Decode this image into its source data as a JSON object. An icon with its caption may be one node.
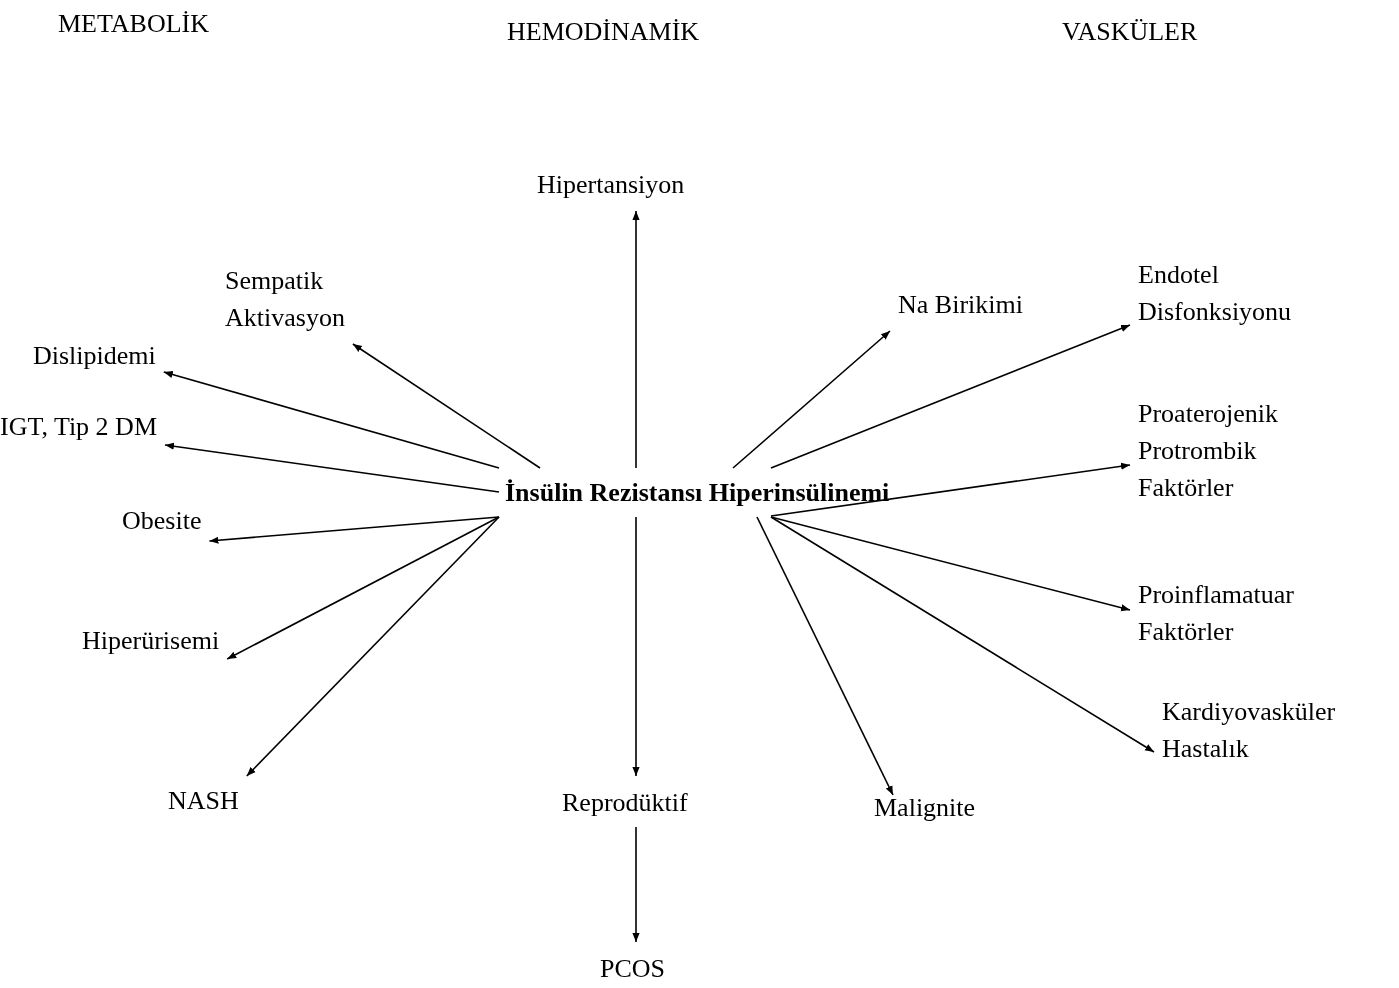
{
  "diagram": {
    "nodes": [
      {
        "text": [
          "İnsülin Rezistansı Hiperinsülinemi"
        ]
      },
      {
        "text": [
          "Hipertansiyon"
        ]
      },
      {
        "text": [
          "Sempatik Aktivasyon"
        ]
      },
      {
        "text": [
          "Dislipidemi"
        ]
      },
      {
        "text": [
          "IGT, Tip 2 DM"
        ]
      },
      {
        "text": [
          "Obesite"
        ]
      },
      {
        "text": [
          "Hiperürisemi"
        ]
      },
      {
        "text": [
          "NASH"
        ]
      },
      {
        "text": [
          "Reprodüktif"
        ]
      },
      {
        "text": [
          "PCOS"
        ]
      },
      {
        "text": [
          "Malignite"
        ]
      },
      {
        "text": [
          "Na Birikimi"
        ]
      },
      {
        "text": [
          "Endotel Disfonksiyonu"
        ]
      },
      {
        "text": [
          "Proaterojenik Protrombik Faktörler"
        ]
      },
      {
        "text": [
          "Proinflamatuar Faktörler"
        ]
      },
      {
        "text": [
          "Kardiyovasküler Hastalık"
        ]
      }
    ],
    "edges": [
      {
        "from": 0,
        "to": 1,
        "arrow": "to"
      },
      {
        "from": 0,
        "to": 2,
        "arrow": "to"
      },
      {
        "from": 0,
        "to": 3,
        "arrow": "to"
      },
      {
        "from": 0,
        "to": 4,
        "arrow": "to"
      },
      {
        "from": 0,
        "to": 5,
        "arrow": "to"
      },
      {
        "from": 0,
        "to": 6,
        "arrow": "to"
      },
      {
        "from": 0,
        "to": 7,
        "arrow": "to"
      },
      {
        "from": 0,
        "to": 8,
        "arrow": "to"
      },
      {
        "from": 8,
        "to": 9,
        "arrow": "to"
      },
      {
        "from": 0,
        "to": 10,
        "arrow": "to"
      },
      {
        "from": 0,
        "to": 11,
        "arrow": "to"
      },
      {
        "from": 0,
        "to": 12,
        "arrow": "to"
      },
      {
        "from": 0,
        "to": 13,
        "arrow": "to"
      },
      {
        "from": 0,
        "to": 14,
        "arrow": "to"
      },
      {
        "from": 0,
        "to": 15,
        "arrow": "to"
      }
    ],
    "labels": [
      "METABOLİK",
      "HEMODİNAMİK",
      "VASKÜLER"
    ]
  }
}
